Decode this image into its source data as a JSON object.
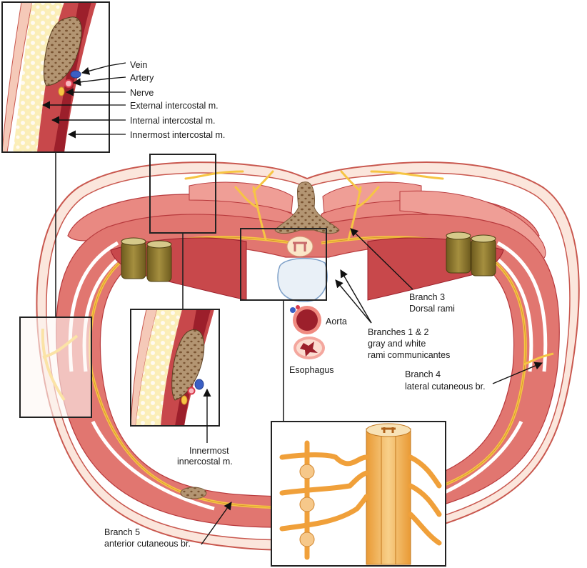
{
  "figure": {
    "title": "Thoracic spinal nerve branches – transverse section",
    "colors": {
      "skin": "#f5c9b8",
      "skin_line": "#c9584f",
      "muscle_light": "#f0a39a",
      "muscle": "#de6f69",
      "muscle_dark": "#b83a3d",
      "deep_muscle": "#9c1f2b",
      "nerve": "#f6c544",
      "nerve_outline": "#d4922a",
      "nerve_pale": "#fbe3a6",
      "bone": "#a88a63",
      "bone_dark": "#7a5b3a",
      "rib_cartilage": "#7d6a2a",
      "fat": "#fbf1c7",
      "vein": "#3b5fc4",
      "artery": "#d83a4b",
      "spinal_cord_orange": "#f2a33a",
      "spinal_cord_light": "#f8cf86",
      "frame": "#222222"
    }
  },
  "inset_top_left": {
    "labels": [
      "Vein",
      "Artery",
      "Nerve",
      "External intercostal m.",
      "Internal intercostal m.",
      "Innermost intercostal m."
    ]
  },
  "inset_mid": {
    "label_line1": "Innermost",
    "label_line2": "innercostal m."
  },
  "callouts": {
    "aorta": "Aorta",
    "esophagus": "Esophagus",
    "branch3_line1": "Branch 3",
    "branch3_line2": "Dorsal rami",
    "branches12_line1": "Branches 1 & 2",
    "branches12_line2": "gray and white",
    "branches12_line3": "rami communicantes",
    "branch4_line1": "Branch 4",
    "branch4_line2": "lateral cutaneous br.",
    "branch5_line1": "Branch 5",
    "branch5_line2": "anterior cutaneous br."
  }
}
